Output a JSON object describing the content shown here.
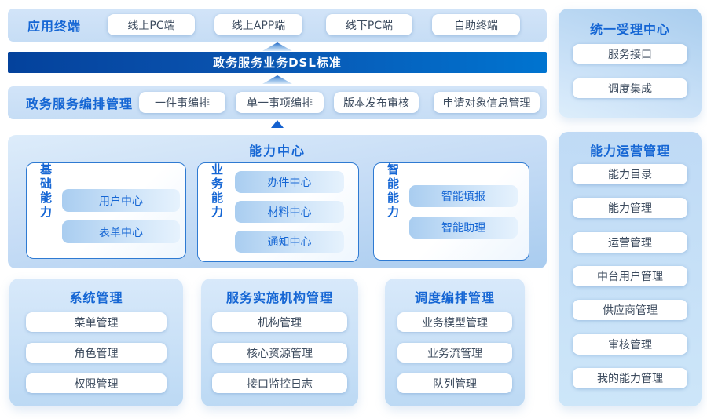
{
  "colors": {
    "accent_blue": "#1566d4",
    "banner_gradient_start": "#04429c",
    "banner_gradient_end": "#0074d0",
    "bar_background": "#cce0f6",
    "chip_text": "#3c4b5e"
  },
  "terminal_bar": {
    "title": "应用终端",
    "items": [
      "线上PC端",
      "线上APP端",
      "线下PC端",
      "自助终端"
    ]
  },
  "dsl_banner": {
    "label": "政务服务业务DSL标准"
  },
  "orchestration_bar": {
    "title": "政务服务编排管理",
    "items": [
      "一件事编排",
      "单一事项编排",
      "版本发布审核",
      "申请对象信息管理"
    ]
  },
  "capability_center": {
    "title": "能力中心",
    "groups": [
      {
        "label": "基础能力",
        "items": [
          "用户中心",
          "表单中心"
        ]
      },
      {
        "label": "业务能力",
        "items": [
          "办件中心",
          "材料中心",
          "通知中心"
        ]
      },
      {
        "label": "智能能力",
        "items": [
          "智能填报",
          "智能助理"
        ]
      }
    ]
  },
  "bottom_panels": [
    {
      "title": "系统管理",
      "items": [
        "菜单管理",
        "角色管理",
        "权限管理"
      ]
    },
    {
      "title": "服务实施机构管理",
      "items": [
        "机构管理",
        "核心资源管理",
        "接口监控日志"
      ]
    },
    {
      "title": "调度编排管理",
      "items": [
        "业务模型管理",
        "业务流管理",
        "队列管理"
      ]
    }
  ],
  "right_panels": [
    {
      "title": "统一受理中心",
      "items": [
        "服务接口",
        "调度集成"
      ]
    },
    {
      "title": "能力运营管理",
      "items": [
        "能力目录",
        "能力管理",
        "运营管理",
        "中台用户管理",
        "供应商管理",
        "审核管理",
        "我的能力管理"
      ]
    }
  ]
}
